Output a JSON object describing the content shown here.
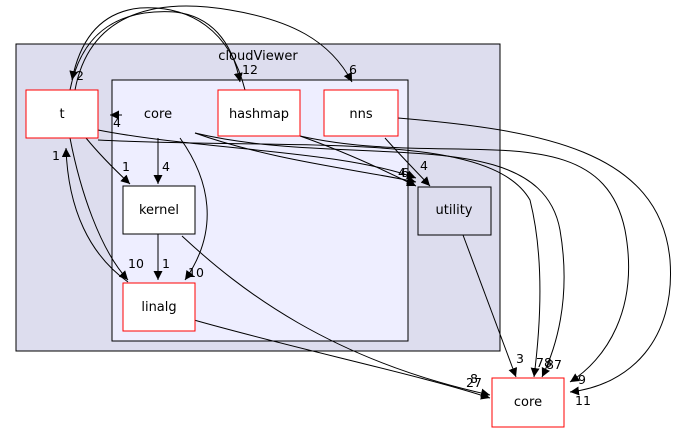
{
  "clusters": {
    "outer_label": "cloudViewer",
    "inner_label": "core"
  },
  "nodes": {
    "t": "t",
    "hashmap": "hashmap",
    "nns": "nns",
    "kernel": "kernel",
    "linalg": "linalg",
    "utility": "utility",
    "core_ext": "core"
  },
  "edge_labels": {
    "t_top_left": "2",
    "hashmap_top": "12",
    "nns_top": "6",
    "core_to_t": "4",
    "t_left_1": "1",
    "t_to_kernel": "1",
    "core_to_kernel": "4",
    "utility_in_a": "4",
    "utility_in_b": "6",
    "utility_in_c": "4",
    "kernel_to_linalg": "1",
    "t_to_linalg": "10",
    "core_to_linalg": "10",
    "utility_to_core": "3",
    "core_in_78": "78",
    "core_in_87": "87",
    "core_in_9": "9",
    "core_in_11": "11",
    "core_in_8": "8",
    "core_in_27": "27"
  },
  "colors": {
    "outer_cluster_fill": "#ddddee",
    "inner_cluster_fill": "#eeeeff",
    "red_border": "#ff0000"
  }
}
